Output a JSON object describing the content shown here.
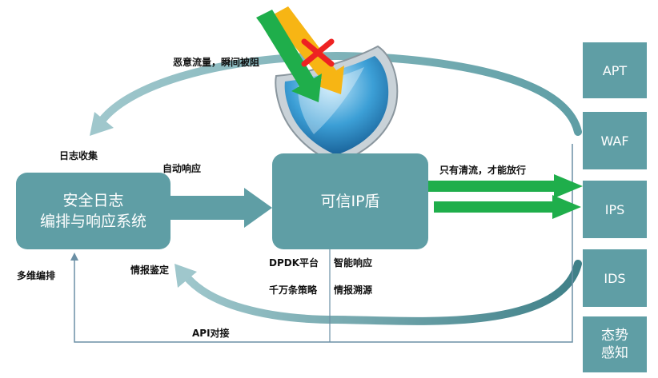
{
  "center_box": {
    "label": "可信IP盾"
  },
  "left_box": {
    "line1": "安全日志",
    "line2": "编排与响应系统"
  },
  "side_boxes": [
    {
      "line1": "APT",
      "line2": ""
    },
    {
      "line1": "WAF",
      "line2": ""
    },
    {
      "line1": "IPS",
      "line2": ""
    },
    {
      "line1": "IDS",
      "line2": ""
    },
    {
      "line1": "态势",
      "line2": "感知"
    }
  ],
  "labels": {
    "malicious_blocked": "恶意流量，瞬间被阻",
    "log_collection": "日志收集",
    "auto_response": "自动响应",
    "clean_pass": "只有清流，才能放行",
    "multi_orchestration": "多维编排",
    "intel_appraisal": "情报鉴定",
    "dpdk": "DPDK平台",
    "ten_million_policies": "千万条策略",
    "smart_response": "智能响应",
    "intel_trace": "情报溯源",
    "api_docking": "API对接"
  },
  "colors": {
    "box": "#5f9ea5",
    "green": "#1fae4b",
    "orange": "#f7b514",
    "red": "#ee2222",
    "shield_blue": "#2a8fc4",
    "curve": "#5f9ea5"
  }
}
